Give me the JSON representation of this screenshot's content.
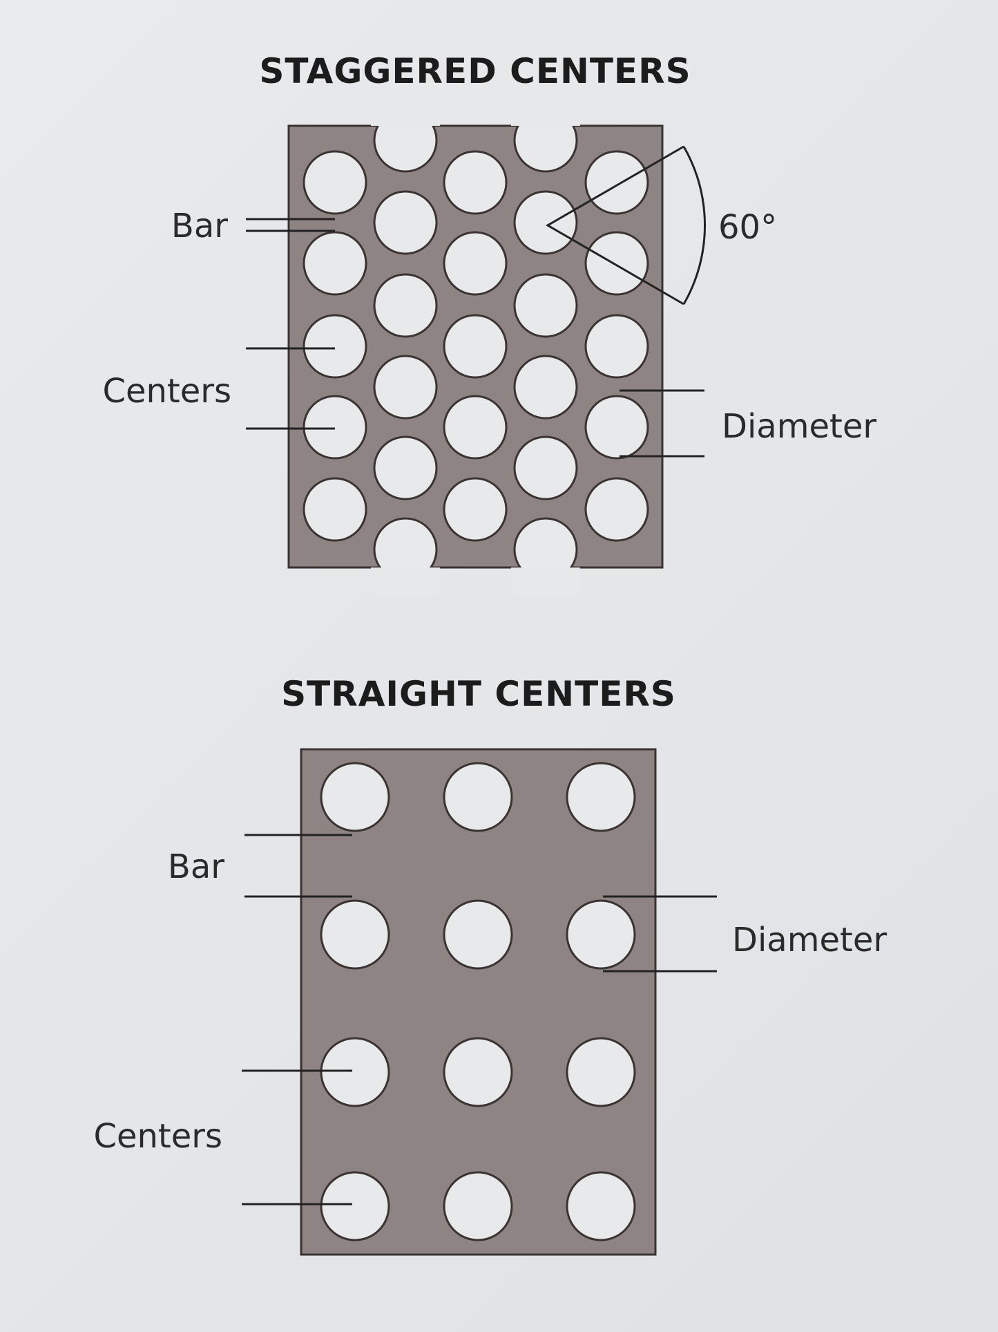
{
  "colors": {
    "plate": "#8e8483",
    "plate_border": "#3a3332",
    "hole": "#e8e9eb",
    "text": "#1c1c1c"
  },
  "staggered": {
    "title": "STAGGERED CENTERS",
    "labels": {
      "bar": "Bar",
      "centers": "Centers",
      "diameter": "Diameter",
      "angle": "60°"
    }
  },
  "straight": {
    "title": "STRAIGHT CENTERS",
    "labels": {
      "bar": "Bar",
      "centers": "Centers",
      "diameter": "Diameter"
    }
  }
}
